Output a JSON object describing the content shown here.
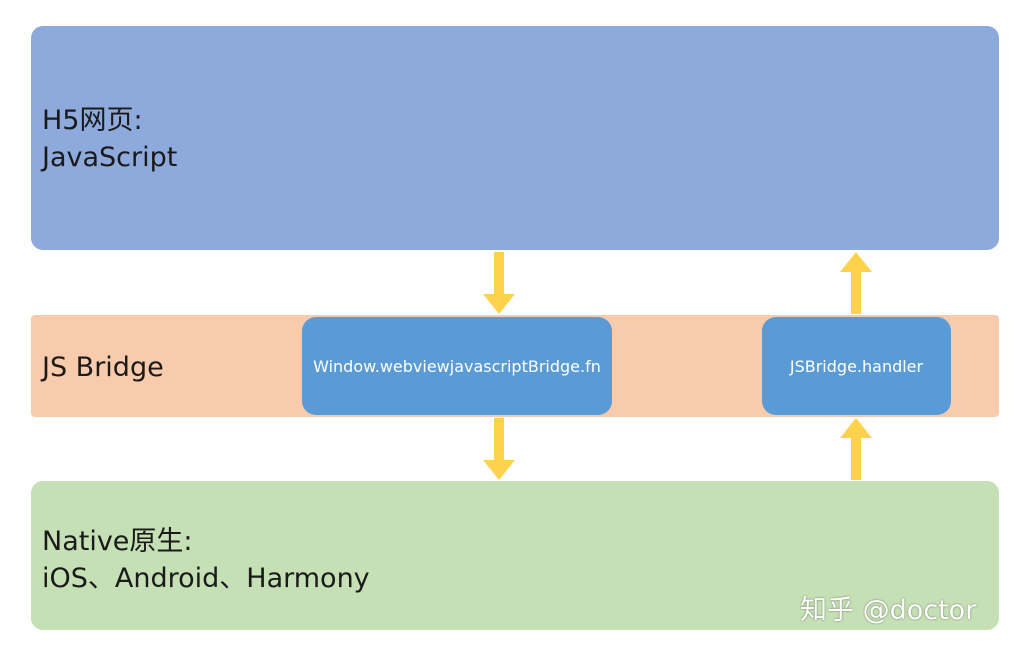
{
  "layers": {
    "h5": {
      "line1": "H5网页:",
      "line2": "JavaScript",
      "color": "#8eaadc"
    },
    "bridge": {
      "label": "JS Bridge",
      "color": "#f7cbab"
    },
    "native": {
      "line1": "Native原生:",
      "line2": "iOS、Android、Harmony",
      "color": "#c5e0b4"
    }
  },
  "modules": {
    "left": {
      "label": "Window.webviewjavascriptBridge.fn",
      "color": "#5b9bd5"
    },
    "right": {
      "label": "JSBridge.handler",
      "color": "#5b9bd5"
    }
  },
  "arrows": {
    "color": "#ffd24d",
    "left_direction": "down",
    "right_direction": "up"
  },
  "watermark": "知乎 @doctor"
}
